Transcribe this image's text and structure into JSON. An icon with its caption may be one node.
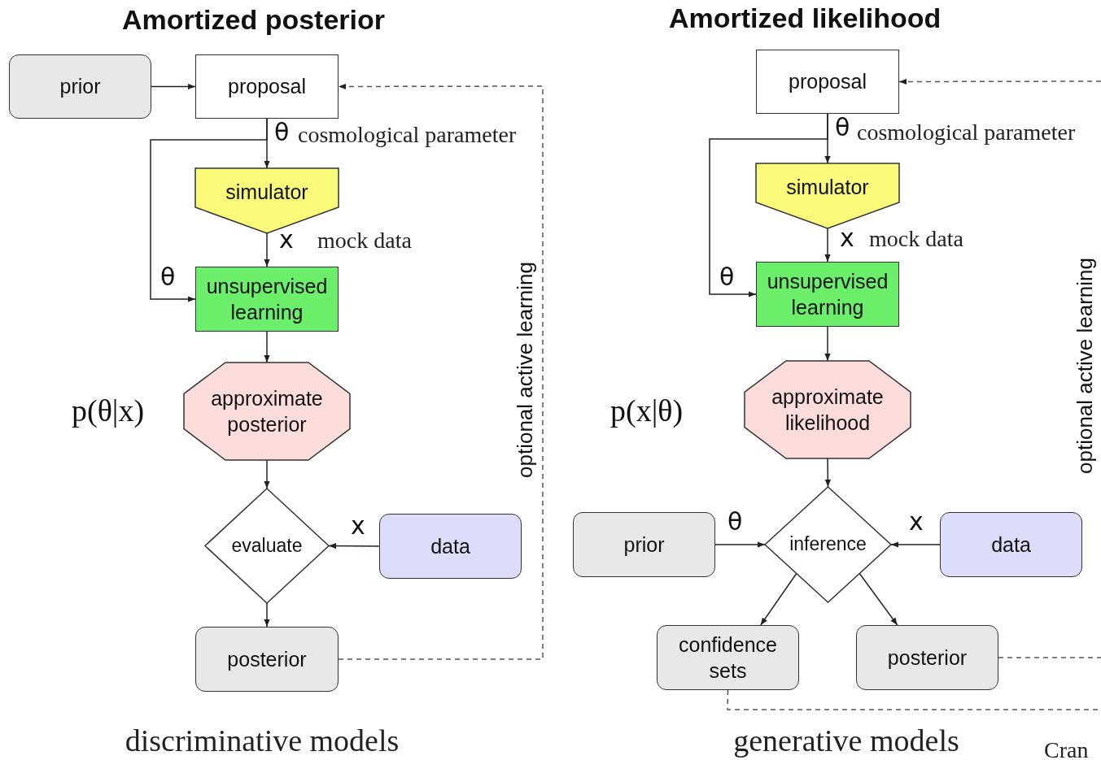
{
  "diagram": {
    "nodes": [
      {
        "text": [
          "prior"
        ]
      },
      {
        "text": [
          "proposal"
        ]
      },
      {
        "text": [
          "simulator"
        ]
      },
      {
        "text": [
          "unsupervised learning"
        ]
      },
      {
        "text": [
          "approximate posterior"
        ],
        "beside": [
          "p(θ|x)"
        ]
      },
      {
        "text": [
          "evaluate"
        ]
      },
      {
        "text": [
          "data"
        ]
      },
      {
        "text": [
          "posterior"
        ]
      },
      {
        "text": [
          "proposal"
        ]
      },
      {
        "text": [
          "simulator"
        ]
      },
      {
        "text": [
          "unsupervised learning"
        ]
      },
      {
        "text": [
          "approximate likelihood"
        ],
        "beside": [
          "p(x|θ)"
        ]
      },
      {
        "text": [
          "prior"
        ]
      },
      {
        "text": [
          "inference"
        ]
      },
      {
        "text": [
          "data"
        ]
      },
      {
        "text": [
          "confidence sets"
        ]
      },
      {
        "text": [
          "posterior"
        ]
      }
    ],
    "edges": [
      {
        "from": 0,
        "to": 1,
        "arrow": "to"
      },
      {
        "from": 1,
        "to": 2,
        "arrow": "to",
        "label": "θ"
      },
      {
        "from": 1,
        "to": 3,
        "arrow": "to",
        "label": "θ"
      },
      {
        "from": 2,
        "to": 3,
        "arrow": "to",
        "label": "x"
      },
      {
        "from": 3,
        "to": 4,
        "arrow": "to"
      },
      {
        "from": 4,
        "to": 5,
        "arrow": "to"
      },
      {
        "from": 6,
        "to": 5,
        "arrow": "to",
        "label": "x"
      },
      {
        "from": 5,
        "to": 7,
        "arrow": "to"
      },
      {
        "from": 7,
        "to": 1,
        "arrow": "to",
        "style": "dashed"
      },
      {
        "from": null,
        "to": 8,
        "arrow": "to",
        "style": "dashed"
      },
      {
        "from": 8,
        "to": 9,
        "arrow": "to",
        "label": "θ"
      },
      {
        "from": 8,
        "to": 10,
        "arrow": "to",
        "label": "θ"
      },
      {
        "from": 9,
        "to": 10,
        "arrow": "to",
        "label": "x"
      },
      {
        "from": 10,
        "to": 11,
        "arrow": "to"
      },
      {
        "from": 11,
        "to": 13,
        "arrow": "to"
      },
      {
        "from": 12,
        "to": 13,
        "arrow": "to",
        "label": "θ"
      },
      {
        "from": 14,
        "to": 13,
        "arrow": "to",
        "label": "x"
      },
      {
        "from": 13,
        "to": 15,
        "arrow": "to"
      },
      {
        "from": 13,
        "to": 16,
        "arrow": "to"
      },
      {
        "from": 16,
        "to": null,
        "arrow": "none",
        "style": "dashed"
      },
      {
        "from": 15,
        "to": null,
        "arrow": "none",
        "style": "dashed"
      }
    ],
    "labels": [
      "Amortized posterior",
      "Amortized likelihood",
      "cosmological parameter",
      "mock data",
      "optional active learning",
      "cosmological parameter",
      "mock data",
      "optional active learning",
      "discriminative models",
      "generative models",
      "Cran"
    ]
  }
}
